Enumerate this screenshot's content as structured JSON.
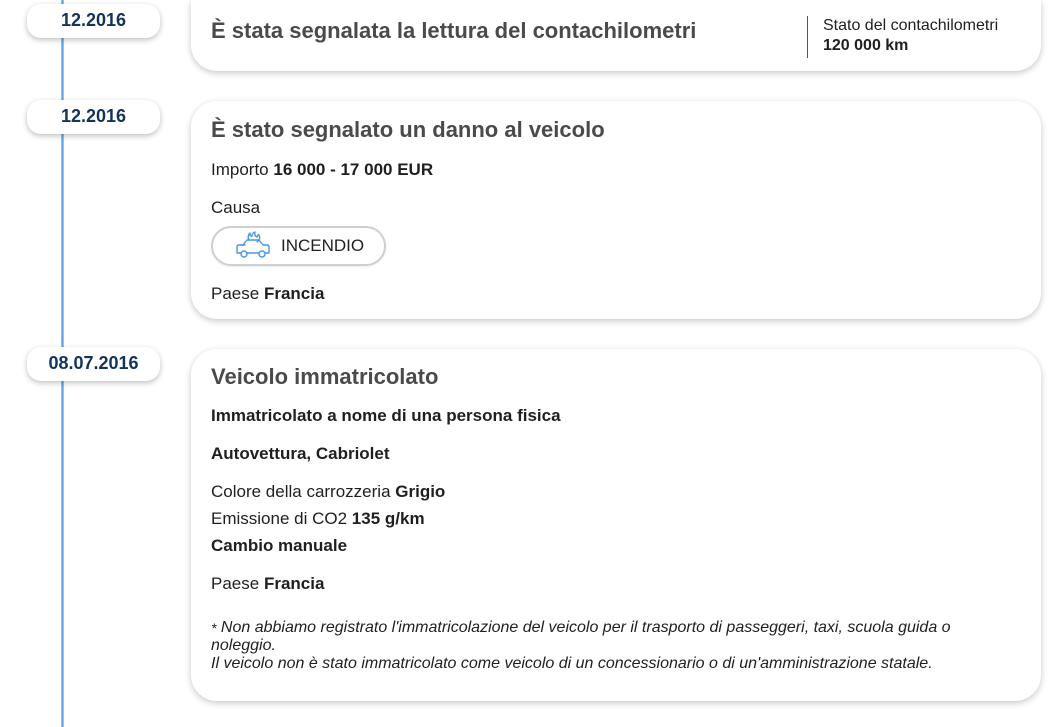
{
  "events": [
    {
      "date": "12.2016",
      "title": "È stata segnalata la lettura del contachilometri",
      "odometer_label": "Stato del contachilometri",
      "odometer_value": "120 000 km"
    },
    {
      "date": "12.2016",
      "title": "È stato segnalato un danno al veicolo",
      "amount_label": "Importo",
      "amount_value": "16 000 - 17 000 EUR",
      "cause_label": "Causa",
      "cause_icon": "car-fire-icon",
      "cause_value": "INCENDIO",
      "country_label": "Paese",
      "country_value": "Francia"
    },
    {
      "date": "08.07.2016",
      "title": "Veicolo immatricolato",
      "owner_type": "Immatricolato a nome di una persona fisica",
      "vehicle_type": "Autovettura, Cabriolet",
      "color_label": "Colore della carrozzeria",
      "color_value": "Grigio",
      "co2_label": "Emissione di CO2",
      "co2_value": "135 g/km",
      "gearbox": "Cambio manuale",
      "country_label": "Paese",
      "country_value": "Francia",
      "note_star": "*",
      "note_line1": "Non abbiamo registrato l'immatricolazione del veicolo per il trasporto di passeggeri, taxi, scuola guida o",
      "note_line2": "noleggio.",
      "note_line3": "Il veicolo non è stato immatricolato come veicolo di un concessionario o di un'amministrazione statale."
    }
  ],
  "colors": {
    "timeline": "#4a98e0",
    "date_text": "#12335a",
    "icon": "#4a98e0"
  }
}
